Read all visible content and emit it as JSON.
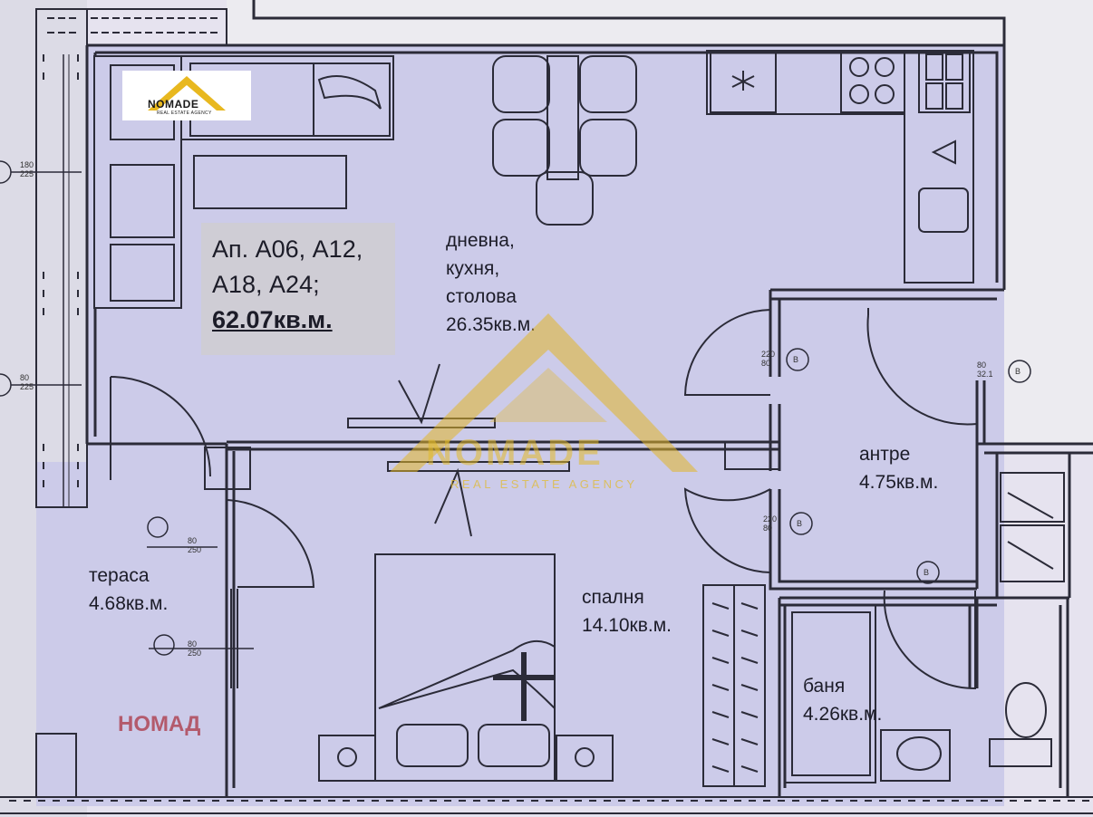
{
  "apartment": {
    "numbers": "Ап. А06, А12,",
    "numbers2": "А18, А24;",
    "total_area": "62.07кв.м."
  },
  "rooms": [
    {
      "id": "living",
      "lines": [
        "дневна,",
        "кухня,",
        "столова",
        "26.35кв.м."
      ]
    },
    {
      "id": "hall",
      "lines": [
        "антре",
        "4.75кв.м."
      ]
    },
    {
      "id": "terrace",
      "lines": [
        "тераса",
        "4.68кв.м."
      ]
    },
    {
      "id": "bedroom",
      "lines": [
        "спалня",
        "14.10кв.м."
      ]
    },
    {
      "id": "bathroom",
      "lines": [
        "баня",
        "4.26кв.м."
      ]
    }
  ],
  "dimensions": {
    "left_top": [
      "180",
      "225"
    ],
    "left_mid": [
      "80",
      "225"
    ],
    "terrace_a": [
      "80",
      "250"
    ],
    "terrace_b": [
      "80",
      "250"
    ],
    "door_living": [
      "220",
      "80"
    ],
    "door_bedroom": [
      "220",
      "80"
    ],
    "door_right": [
      "80",
      "32.1"
    ]
  },
  "door_tag": "В",
  "logo": {
    "name": "NOMADE",
    "tagline": "REAL ESTATE AGENCY"
  },
  "watermark": {
    "name": "NOMADE",
    "tagline": "REAL ESTATE AGENCY"
  },
  "stamp_text": "НОМАД",
  "colors": {
    "floor": "#cccbe9",
    "walls": "#2b2b38",
    "watermark": "#e2b628",
    "stamp": "#b35a6c"
  }
}
